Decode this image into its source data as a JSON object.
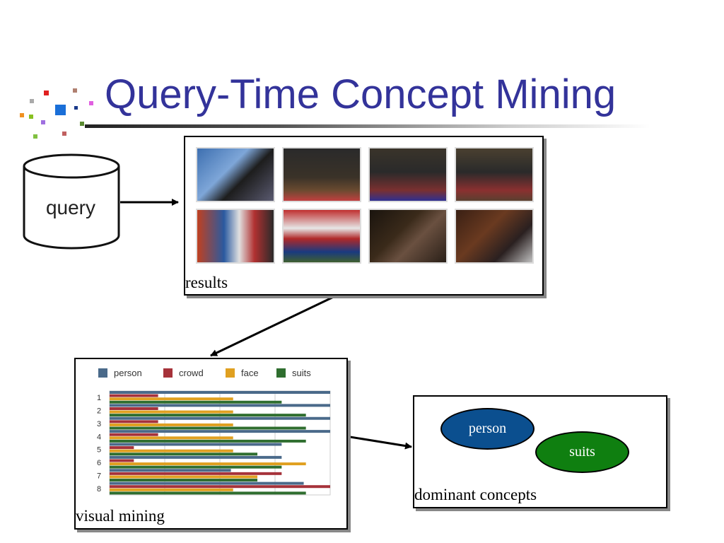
{
  "slide": {
    "title": "Query-Time Concept Mining",
    "title_color": "#33339a"
  },
  "query_db": {
    "label": "query"
  },
  "results": {
    "label": "results",
    "thumbnails": [
      "thumbnail-1",
      "thumbnail-2",
      "thumbnail-3",
      "thumbnail-4",
      "thumbnail-5",
      "thumbnail-6",
      "thumbnail-7",
      "thumbnail-8"
    ]
  },
  "visual_mining": {
    "label": "visual mining"
  },
  "dominant_concepts": {
    "label": "dominant concepts",
    "concepts": [
      {
        "label": "person",
        "color": "#0b4f8f"
      },
      {
        "label": "suits",
        "color": "#0f7f10"
      }
    ]
  },
  "chart_data": {
    "type": "bar",
    "orientation": "horizontal",
    "categories": [
      "1",
      "2",
      "3",
      "4",
      "5",
      "6",
      "7",
      "8"
    ],
    "series": [
      {
        "name": "person",
        "color": "#4a6a8a",
        "values": [
          1.0,
          1.0,
          1.0,
          1.0,
          0.78,
          0.78,
          0.55,
          0.88
        ]
      },
      {
        "name": "crowd",
        "color": "#a6323a",
        "values": [
          0.22,
          0.22,
          0.22,
          0.22,
          0.11,
          0.11,
          0.78,
          1.0
        ]
      },
      {
        "name": "face",
        "color": "#e0a020",
        "values": [
          0.56,
          0.56,
          0.56,
          0.56,
          0.56,
          0.89,
          0.67,
          0.56
        ]
      },
      {
        "name": "suits",
        "color": "#2f6e2f",
        "values": [
          0.78,
          0.89,
          0.89,
          0.89,
          0.67,
          0.78,
          0.67,
          0.89
        ]
      }
    ],
    "legend_position": "top",
    "grid": true
  }
}
